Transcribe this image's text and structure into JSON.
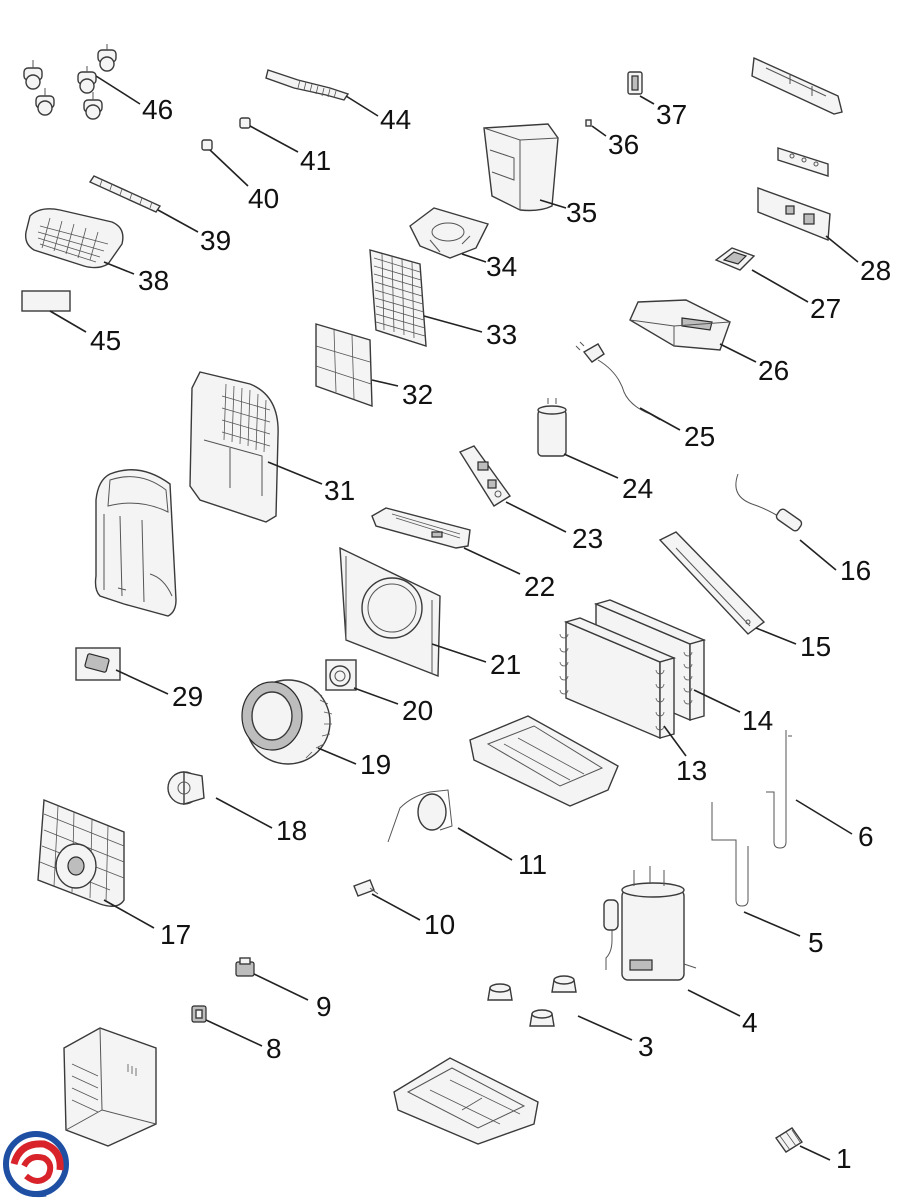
{
  "diagram": {
    "labels": {
      "p1": "1",
      "p3": "3",
      "p4": "4",
      "p5": "5",
      "p6": "6",
      "p8": "8",
      "p9": "9",
      "p10": "10",
      "p11": "11",
      "p13": "13",
      "p14": "14",
      "p15": "15",
      "p16": "16",
      "p17": "17",
      "p18": "18",
      "p19": "19",
      "p20": "20",
      "p21": "21",
      "p22": "22",
      "p23": "23",
      "p24": "24",
      "p25": "25",
      "p26": "26",
      "p27": "27",
      "p28": "28",
      "p29": "29",
      "p31": "31",
      "p32": "32",
      "p33": "33",
      "p34": "34",
      "p35": "35",
      "p36": "36",
      "p37": "37",
      "p38": "38",
      "p39": "39",
      "p40": "40",
      "p41": "41",
      "p44": "44",
      "p45": "45",
      "p46": "46"
    },
    "colors": {
      "line": "#222222",
      "logo_blue": "#1f4fa3",
      "logo_red": "#d8232a"
    },
    "icons": {
      "logo": "swirl-logo-icon"
    }
  }
}
